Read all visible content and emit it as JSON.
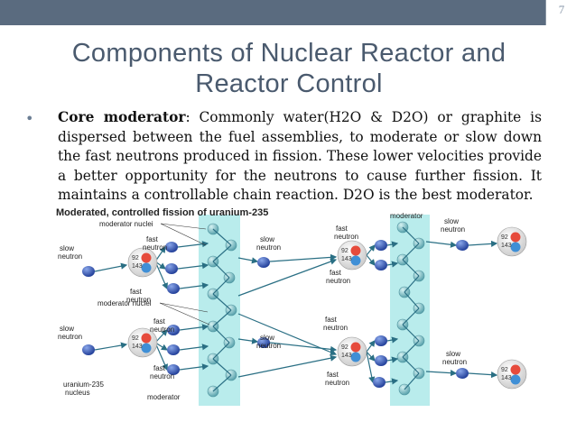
{
  "page_number": "7",
  "title_line1": "Components of Nuclear Reactor and",
  "title_line2": "Reactor Control",
  "bullet_term": "Core moderator",
  "bullet_text": ": Commonly water(H2O & D2O) or graphite is dispersed between the fuel assemblies, to moderate or slow down the fast neutrons produced in fission. These lower velocities provide a better opportunity for the neutrons to cause further fission. It maintains a controllable chain reaction. D2O is the best moderator.",
  "diagram": {
    "title": "Moderated, controlled fission of uranium-235",
    "labels": {
      "moderator_nuclei": "moderator nuclei",
      "moderator_nuclei_2": "moderator nuclei",
      "moderator": "moderator",
      "moderator_bottom": "moderator",
      "fast_neutron": "fast neutron",
      "slow_neutron": "slow neutron",
      "uranium_nucleus": "uranium-235 nucleus",
      "n92": "92",
      "n143": "143"
    },
    "colors": {
      "moderator_band": "#b9ecec",
      "moderator_nucleus": "#5fa7b3",
      "neutron": "#3b5db8",
      "uranium": "#e6e6e6",
      "proton": "#e64b3c",
      "neutron_inside": "#3f8fd6",
      "arrow": "#2a6f84"
    }
  }
}
